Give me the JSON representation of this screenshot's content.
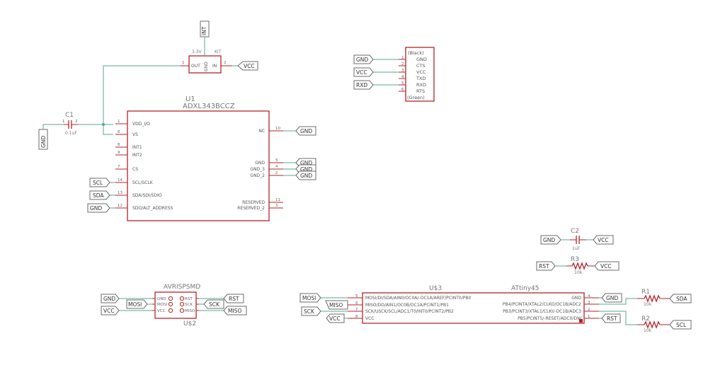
{
  "net_flags": {
    "gnd": "GND",
    "vcc": "VCC",
    "int": "INT",
    "scl": "SCL",
    "sda": "SDA",
    "rxd": "RXD",
    "rst": "RST",
    "mosi": "MOSI",
    "miso": "MISO",
    "sck": "SCK"
  },
  "regulator": {
    "label_out": "OUT",
    "label_in": "IN",
    "label_gnd": "GND",
    "name": "3.3V",
    "value": "KIT",
    "pin_out_num": "1",
    "pin_in_num": "2"
  },
  "c1": {
    "name": "C1",
    "value": "0.1uF",
    "pin1": "1",
    "pin2": "2"
  },
  "c2": {
    "name": "C2",
    "value": "1uF"
  },
  "r1": {
    "name": "R1",
    "value": "10k"
  },
  "r2": {
    "name": "R2",
    "value": "10k"
  },
  "r3": {
    "name": "R3",
    "value": "10k"
  },
  "u1": {
    "name": "U1",
    "part": "ADXL343BCCZ",
    "left_pins": [
      {
        "label": "VDD_I/O",
        "num": "1"
      },
      {
        "label": "VS",
        "num": "6"
      },
      {
        "label": "INT1",
        "num": "8"
      },
      {
        "label": "INT2",
        "num": "9"
      },
      {
        "label": "CS",
        "num": "7"
      },
      {
        "label": "SCL/SCLK",
        "num": "14"
      },
      {
        "label": "SDA/SDI/SDIO",
        "num": "13"
      },
      {
        "label": "SDO/ALT_ADDRESS",
        "num": "12"
      }
    ],
    "right_pins": [
      {
        "label": "NC",
        "num": "10"
      },
      {
        "label": "GND",
        "num": "5"
      },
      {
        "label": "GND_3",
        "num": "4"
      },
      {
        "label": "GND_2",
        "num": "2"
      },
      {
        "label": "RESERVED",
        "num": "11"
      },
      {
        "label": "RESERVED_2",
        "num": "3"
      }
    ]
  },
  "serial_header": {
    "top": "(Black)",
    "bottom": "(Green)",
    "pins": [
      {
        "label": "GND",
        "num": "1"
      },
      {
        "label": "CTS",
        "num": "2"
      },
      {
        "label": "VCC",
        "num": "3"
      },
      {
        "label": "TXD",
        "num": "4"
      },
      {
        "label": "RXD",
        "num": "5"
      },
      {
        "label": "RTS",
        "num": "6"
      }
    ]
  },
  "isp": {
    "name": "AVRISPSMD",
    "ref": "U$2",
    "pins_left": [
      "GND",
      "MOSI",
      "VCC"
    ],
    "pins_right": [
      "RST",
      "SCK",
      "MISO"
    ]
  },
  "attiny": {
    "ref": "U$3",
    "part": "ATtiny45",
    "left_pins": [
      {
        "label": "MOSI/DI/SDA/AIN0/OC0A/-OC1A/AREF/PCINT0/PB0",
        "num": "5"
      },
      {
        "label": "MISO/DO/AIN1/OC0B/OC1A/PCINT1/PB1",
        "num": "6"
      },
      {
        "label": "SCK/USCK/SCL/ADC1/T0/INT0/PCINT2/PB2",
        "num": "7"
      },
      {
        "label": "VCC",
        "num": "8"
      }
    ],
    "right_pins": [
      {
        "label": "GND",
        "num": "4"
      },
      {
        "label": "PB4/PCINT4/XTAL2/CLKO/OC1B/ADC2",
        "num": "3"
      },
      {
        "label": "PB3/PCINT3/XTAL1/CLKI/-OC1B/ADC3",
        "num": "2"
      },
      {
        "label": "PB5/PCINT5/-RESET/ADC0/DW",
        "num": "1"
      }
    ]
  },
  "colors": {
    "wire": "#5aa593",
    "part": "#b7222a",
    "flag_border": "#6b6b6b",
    "text": "#555555"
  }
}
